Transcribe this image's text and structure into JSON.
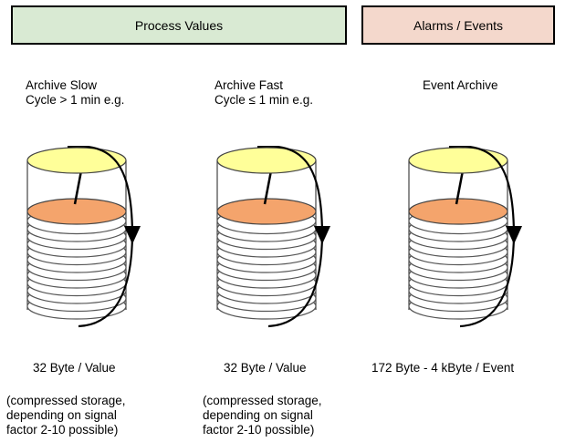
{
  "headers": {
    "process_values": "Process Values",
    "alarms_events": "Alarms / Events"
  },
  "columns": [
    {
      "title_line1": "Archive Slow",
      "title_line2": "Cycle > 1 min e.g.",
      "size": "32 Byte / Value",
      "note_line1": "(compressed storage,",
      "note_line2": "depending on signal",
      "note_line3": "factor 2-10 possible)"
    },
    {
      "title_line1": "Archive Fast",
      "title_line2": "Cycle ≤ 1 min e.g.",
      "size": "32 Byte / Value",
      "note_line1": "(compressed storage,",
      "note_line2": "depending on signal",
      "note_line3": "factor 2-10 possible)"
    },
    {
      "title_line1": "Event Archive",
      "size": "172 Byte - 4 kByte / Event"
    }
  ],
  "colors": {
    "process_header_bg": "#d9ead3",
    "alarms_header_bg": "#f4d8cc",
    "cylinder_top": "#ffff99",
    "cylinder_active_disc": "#f4a46c"
  }
}
